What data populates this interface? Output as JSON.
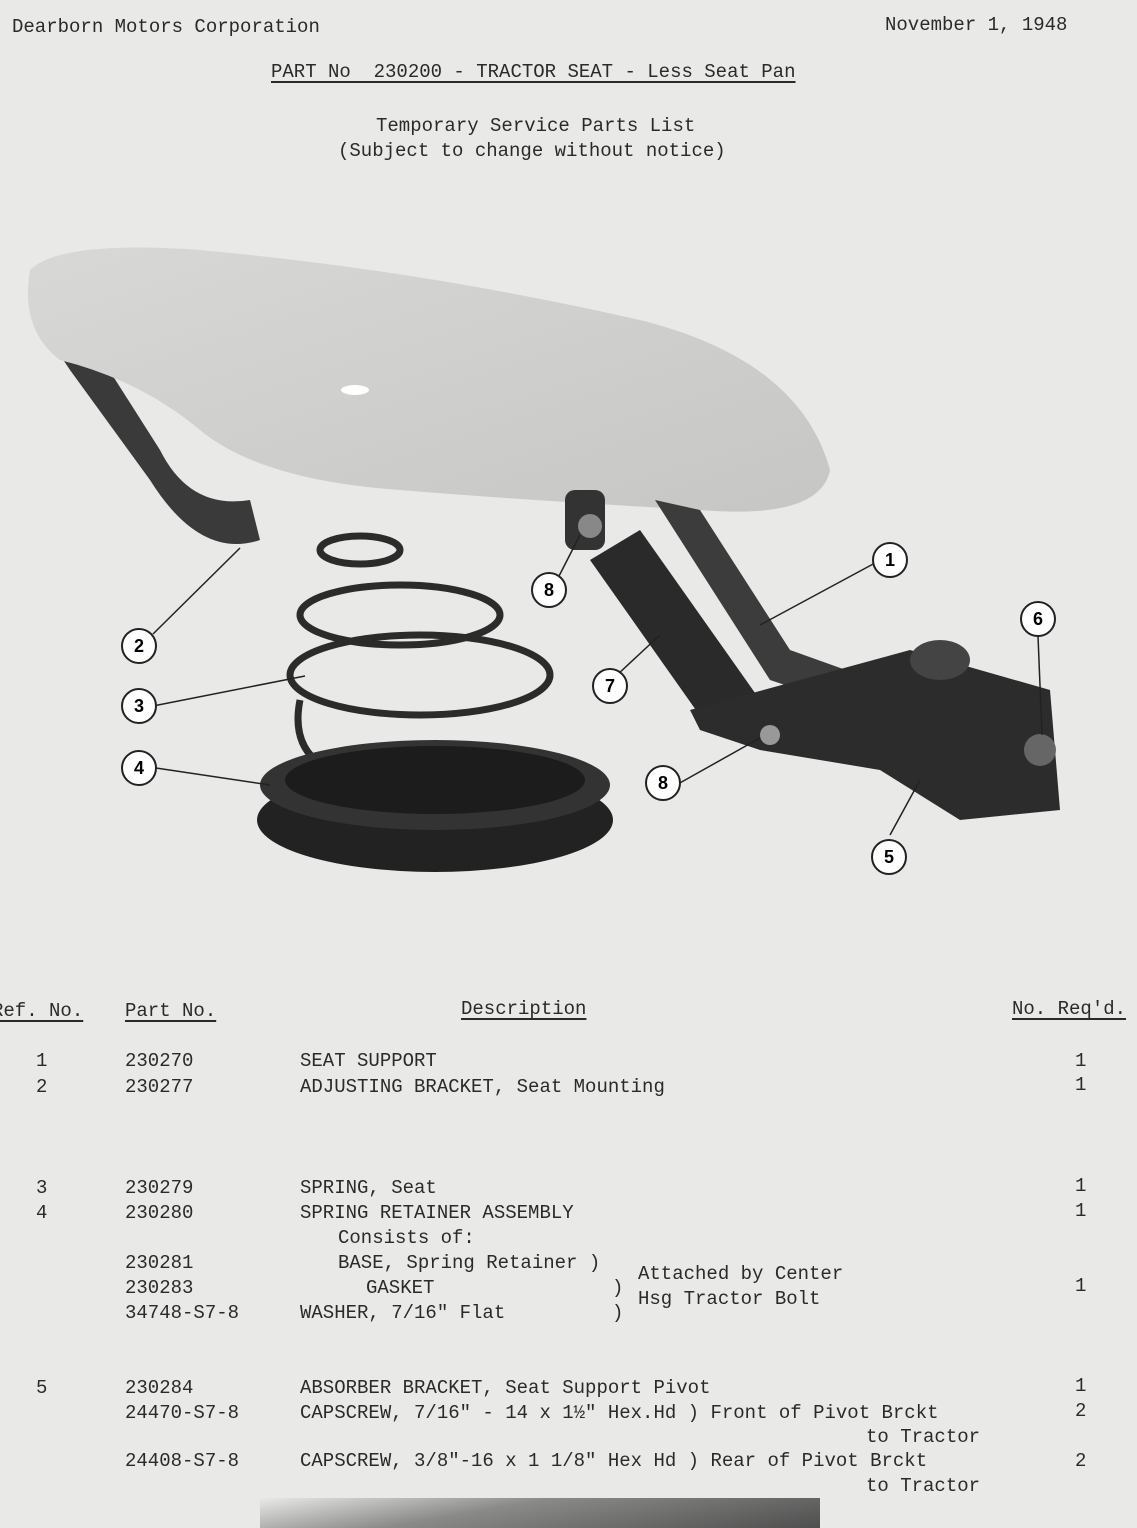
{
  "header": {
    "company": "Dearborn Motors Corporation",
    "date": "November 1, 1948",
    "title": "PART No  230200 - TRACTOR SEAT - Less Seat Pan",
    "subtitle1": "Temporary Service Parts List",
    "subtitle2": "(Subject to change without notice)"
  },
  "illustration": {
    "callouts": [
      "1",
      "2",
      "3",
      "4",
      "5",
      "6",
      "7",
      "8",
      "8"
    ]
  },
  "table": {
    "headers": {
      "ref": "Ref. No.",
      "part": "Part No.",
      "desc": "Description",
      "qty": "No. Req'd."
    },
    "rows": [
      {
        "ref": "1",
        "part": "230270",
        "desc": "SEAT SUPPORT",
        "qty": "1"
      },
      {
        "ref": "2",
        "part": "230277",
        "desc": "ADJUSTING BRACKET, Seat Mounting",
        "qty": "1"
      },
      {
        "ref": "3",
        "part": "230279",
        "desc": "SPRING, Seat",
        "qty": "1"
      },
      {
        "ref": "4",
        "part": "230280",
        "desc": "SPRING RETAINER ASSEMBLY",
        "qty": "1"
      },
      {
        "desc": "Consists of:"
      },
      {
        "part": "230281",
        "desc": "BASE, Spring Retainer )"
      },
      {
        "part": "230283",
        "desc": "GASKET",
        "paren": ")"
      },
      {
        "part": "34748-S7-8",
        "desc": "WASHER, 7/16\" Flat",
        "paren": ")"
      },
      {
        "ref": "5",
        "part": "230284",
        "desc": "ABSORBER BRACKET, Seat Support Pivot",
        "qty": "1"
      },
      {
        "part": "24470-S7-8",
        "desc": "CAPSCREW, 7/16\" - 14 x 1½\" Hex.Hd ) Front of Pivot Brckt",
        "cont": "to Tractor",
        "qty": "2"
      },
      {
        "part": "24408-S7-8",
        "desc": "CAPSCREW, 3/8\"-16 x 1 1/8\" Hex Hd ) Rear of Pivot Brckt",
        "cont": "to Tractor",
        "qty": "2"
      }
    ],
    "group_note1": "Attached by Center",
    "group_note2": "Hsg Tractor Bolt",
    "group_qty": "1"
  }
}
